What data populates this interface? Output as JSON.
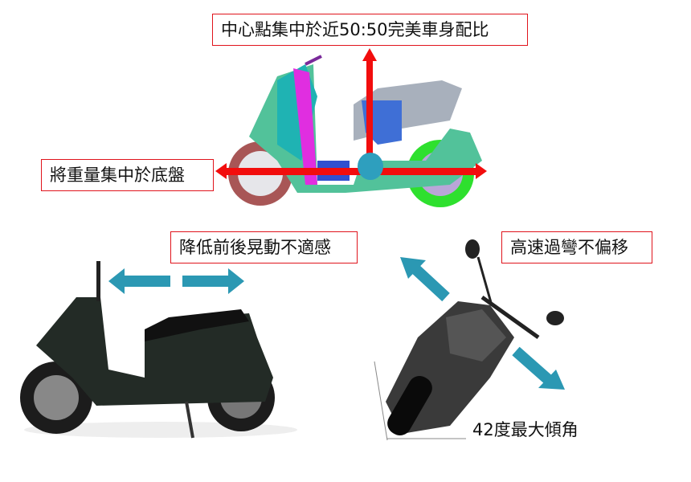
{
  "labels": {
    "center_balance": "中心點集中於近50:50完美車身配比",
    "low_chassis": "將重量集中於底盤",
    "reduce_sway": "降低前後晃動不適感",
    "stable_cornering": "高速過彎不偏移",
    "lean_angle": "42度最大傾角"
  },
  "colors": {
    "frame_border": "#e0141c",
    "red_arrow": "#f20d0d",
    "teal_arrow": "#2b98b3",
    "center_dot": "#2e9fbe"
  }
}
